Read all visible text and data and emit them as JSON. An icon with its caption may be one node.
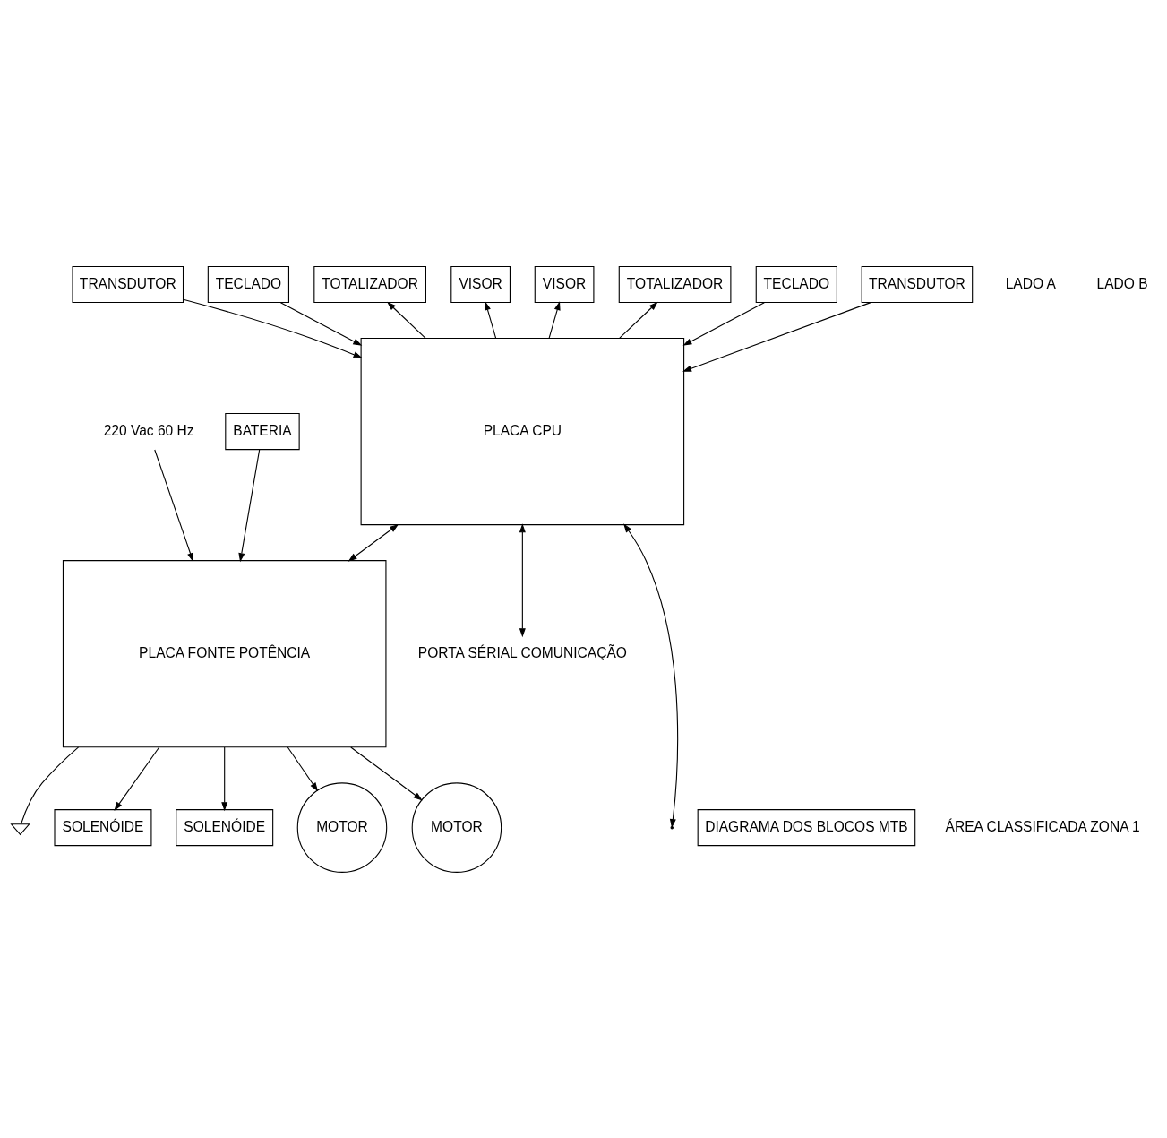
{
  "diagram": {
    "nodes": [
      {
        "text": [
          "VISOR"
        ]
      },
      {
        "text": [
          "VISOR"
        ]
      },
      {
        "text": [
          "TOTALIZADOR"
        ]
      },
      {
        "text": [
          "TOTALIZADOR"
        ]
      },
      {
        "text": [
          "TECLADO"
        ]
      },
      {
        "text": [
          "TECLADO"
        ]
      },
      {
        "text": [
          "PLACA CPU"
        ]
      },
      {
        "text": [
          "TRANSDUTOR"
        ]
      },
      {
        "text": [
          "TRANSDUTOR"
        ]
      },
      {
        "text": [
          "PORTA SÉRIAL COMUNICAÇÃO"
        ]
      },
      {
        "text": [
          "220 Vac 60 Hz"
        ]
      },
      {
        "text": [],
        "shape": "ground"
      },
      {
        "text": [
          "PLACA FONTE POTÊNCIA"
        ]
      },
      {
        "text": [
          "BATERIA"
        ]
      },
      {
        "text": [
          "SOLENÓIDE"
        ]
      },
      {
        "text": [
          "SOLENÓIDE"
        ]
      },
      {
        "text": [
          "MOTOR"
        ]
      },
      {
        "text": [
          "MOTOR"
        ]
      },
      {
        "text": [
          "DIAGRAMA DOS BLOCOS MTB"
        ]
      }
    ],
    "edges": [
      {
        "from": 6,
        "to": 0,
        "arrow": "to"
      },
      {
        "from": 6,
        "to": 1,
        "arrow": "to"
      },
      {
        "from": 6,
        "to": 2,
        "arrow": "to"
      },
      {
        "from": 6,
        "to": 3,
        "arrow": "to"
      },
      {
        "from": 4,
        "to": 6,
        "arrow": "to"
      },
      {
        "from": 5,
        "to": 6,
        "arrow": "to"
      },
      {
        "from": 7,
        "to": 6,
        "arrow": "to"
      },
      {
        "from": 8,
        "to": 6,
        "arrow": "to"
      },
      {
        "from": 6,
        "to": 9,
        "arrow": "both"
      },
      {
        "from": 6,
        "to": null,
        "arrow": "both"
      },
      {
        "from": 6,
        "to": 12,
        "arrow": "both"
      },
      {
        "from": 10,
        "to": 12,
        "arrow": "to"
      },
      {
        "from": 12,
        "to": 11,
        "arrow": "none"
      },
      {
        "from": 13,
        "to": 12,
        "arrow": "to"
      },
      {
        "from": 12,
        "to": 14,
        "arrow": "to"
      },
      {
        "from": 12,
        "to": 15,
        "arrow": "to"
      },
      {
        "from": 12,
        "to": 16,
        "arrow": "to"
      },
      {
        "from": 12,
        "to": 17,
        "arrow": "to"
      }
    ],
    "labels": [
      "LADO A",
      "LADO B",
      "ÁREA CLASSIFICADA ZONA 1"
    ]
  }
}
